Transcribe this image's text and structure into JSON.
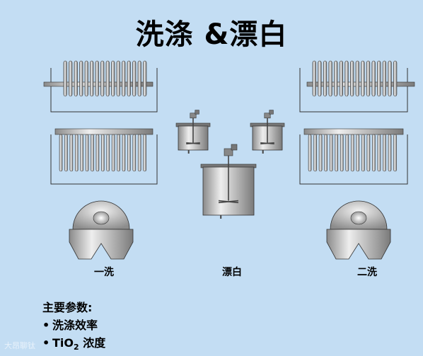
{
  "title": "洗涤 &漂白",
  "stage_labels": {
    "wash1": "一洗",
    "bleach": "漂白",
    "wash2": "二洗"
  },
  "params": {
    "heading": "主要参数:",
    "items": [
      {
        "text": "洗涤效率"
      },
      {
        "prefix": "TiO",
        "sub": "2",
        "suffix": " 浓度"
      }
    ]
  },
  "watermark": "大昂聊钛",
  "colors": {
    "background": "#c3ddf3",
    "metal": "#b9b9b9",
    "outline": "#333333"
  }
}
